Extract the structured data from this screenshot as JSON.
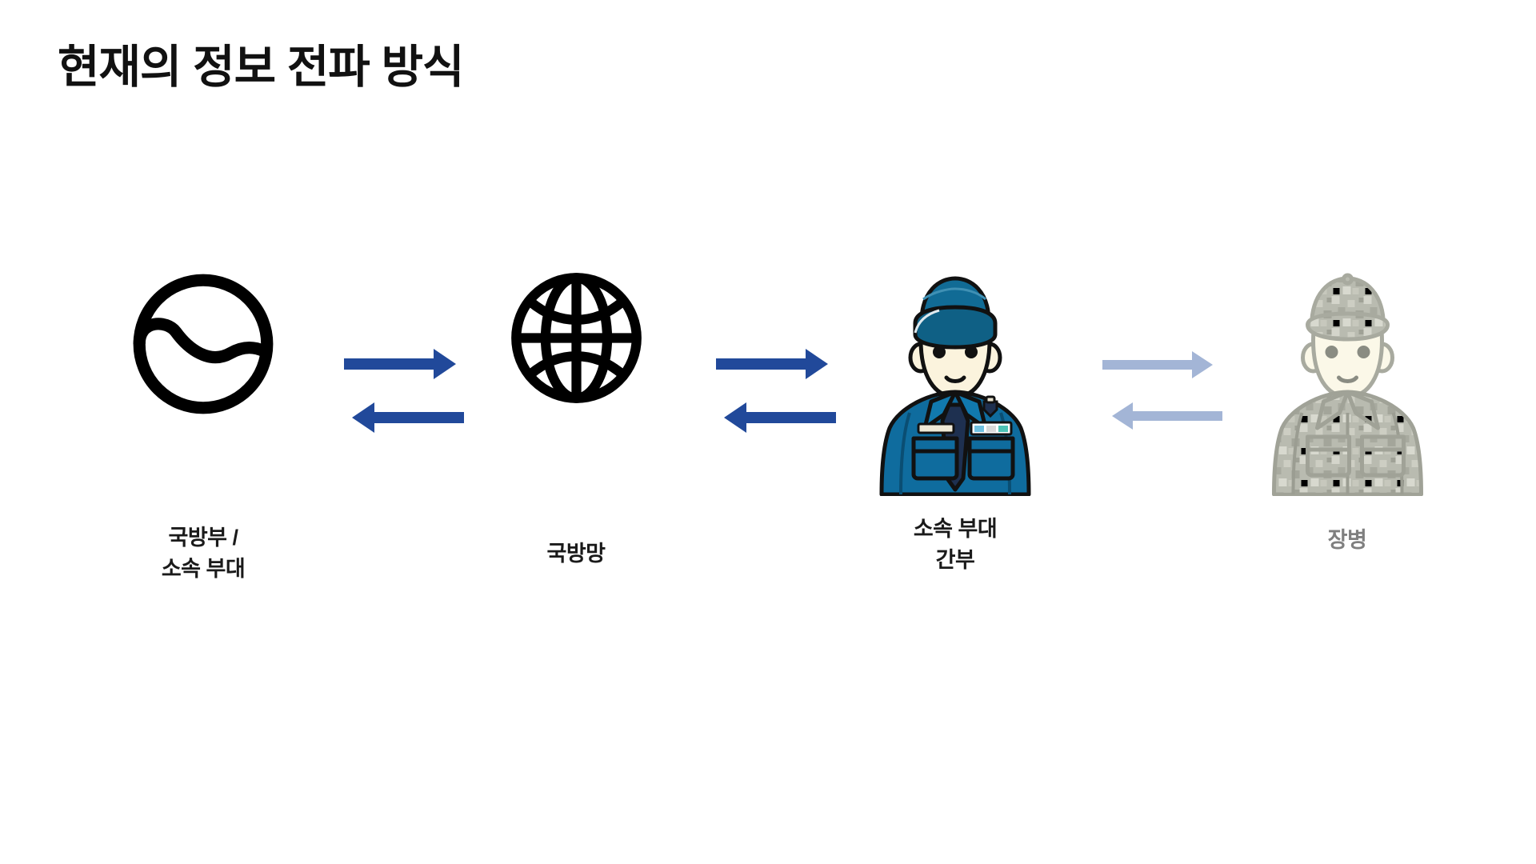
{
  "slide": {
    "title": "현재의 정보 전파 방식",
    "background_color": "#ffffff",
    "title_color": "#111111"
  },
  "colors": {
    "arrow_active": "#21499a",
    "arrow_faded": "#a3b5d6",
    "icon_black": "#000000",
    "uniform_blue": "#0f6c9e",
    "uniform_blue_dark": "#0c5c88",
    "cap_blue": "#10688f",
    "tie_navy": "#1e3050",
    "skin": "#fbf3dd",
    "camo_base": "#b9bbb0",
    "camo_light": "#d6d7cd",
    "camo_dark": "#9b9d92",
    "label_faded": "#7f7f7f"
  },
  "flow": {
    "nodes": [
      {
        "id": "ministry",
        "icon": "taegeuk-circle-icon",
        "label": "국방부 /\n소속 부대",
        "faded": false
      },
      {
        "id": "network",
        "icon": "globe-icon",
        "label": "국방망",
        "faded": false
      },
      {
        "id": "officer",
        "icon": "military-officer-icon",
        "label": "소속 부대\n간부",
        "faded": false
      },
      {
        "id": "soldier",
        "icon": "soldier-camouflage-icon",
        "label": "장병",
        "faded": true
      }
    ],
    "connectors": [
      {
        "id": "ministry-to-network",
        "forward_direction": "right",
        "backward_direction": "left",
        "state": "active"
      },
      {
        "id": "network-to-officer",
        "forward_direction": "right",
        "backward_direction": "left",
        "state": "active"
      },
      {
        "id": "officer-to-soldier",
        "forward_direction": "right",
        "backward_direction": "left",
        "state": "faded"
      }
    ]
  }
}
